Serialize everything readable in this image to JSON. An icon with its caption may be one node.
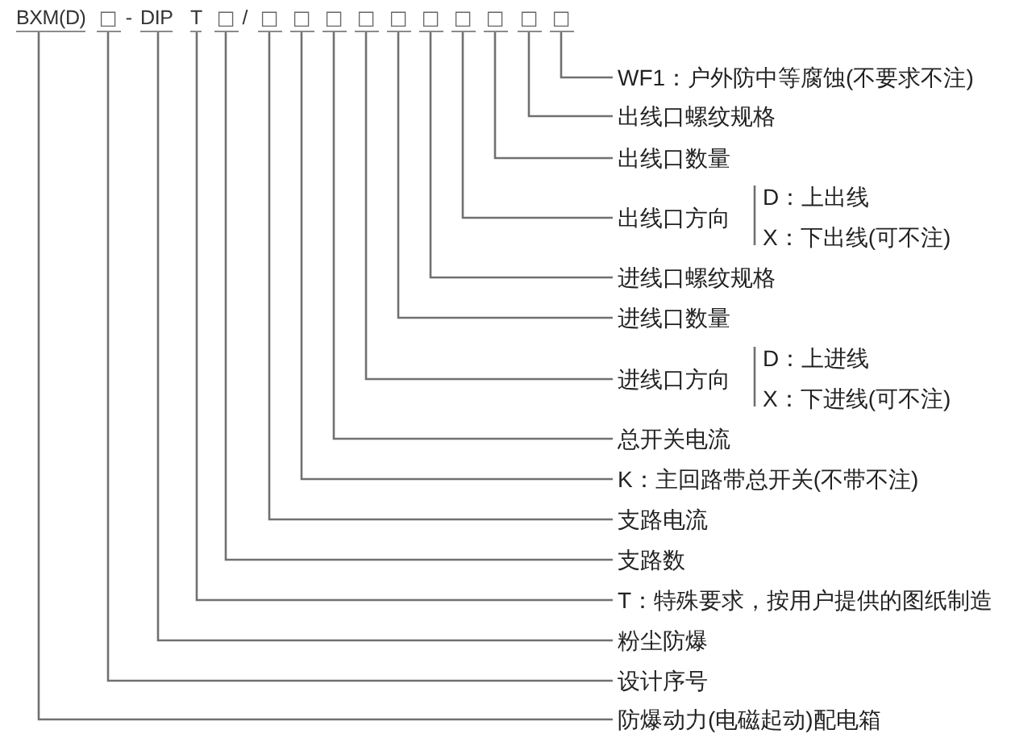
{
  "diagram": {
    "nodes": [
      {
        "text": [
          "BXM(D)"
        ]
      },
      {
        "text": [
          "□"
        ]
      },
      {
        "text": [
          "DIP"
        ]
      },
      {
        "text": [
          "T"
        ]
      },
      {
        "text": [
          "□"
        ]
      },
      {
        "text": [
          "□"
        ]
      },
      {
        "text": [
          "□"
        ]
      },
      {
        "text": [
          "□"
        ]
      },
      {
        "text": [
          "□"
        ]
      },
      {
        "text": [
          "□"
        ]
      },
      {
        "text": [
          "□"
        ]
      },
      {
        "text": [
          "□"
        ]
      },
      {
        "text": [
          "□"
        ]
      },
      {
        "text": [
          "□"
        ]
      },
      {
        "text": [
          "□"
        ]
      },
      {
        "text": [
          "WF1：户外防中等腐蚀(不要求不注)"
        ]
      },
      {
        "text": [
          "出线口螺纹规格"
        ]
      },
      {
        "text": [
          "出线口数量"
        ]
      },
      {
        "text": [
          "出线口方向"
        ],
        "beside": [
          "D：上出线",
          "X：下出线(可不注)"
        ]
      },
      {
        "text": [
          "进线口螺纹规格"
        ]
      },
      {
        "text": [
          "进线口数量"
        ]
      },
      {
        "text": [
          "进线口方向"
        ],
        "beside": [
          "D：上进线",
          "X：下进线(可不注)"
        ]
      },
      {
        "text": [
          "总开关电流"
        ]
      },
      {
        "text": [
          "K：主回路带总开关(不带不注)"
        ]
      },
      {
        "text": [
          "支路电流"
        ]
      },
      {
        "text": [
          "支路数"
        ]
      },
      {
        "text": [
          "T：特殊要求，按用户提供的图纸制造"
        ]
      },
      {
        "text": [
          "粉尘防爆"
        ]
      },
      {
        "text": [
          "设计序号"
        ]
      },
      {
        "text": [
          "防爆动力(电磁起动)配电箱"
        ]
      }
    ],
    "edges": [
      {
        "from": 0,
        "to": 29,
        "arrow": "none"
      },
      {
        "from": 1,
        "to": 28,
        "arrow": "none"
      },
      {
        "from": 2,
        "to": 27,
        "arrow": "none"
      },
      {
        "from": 3,
        "to": 26,
        "arrow": "none"
      },
      {
        "from": 4,
        "to": 25,
        "arrow": "none"
      },
      {
        "from": 5,
        "to": 24,
        "arrow": "none"
      },
      {
        "from": 6,
        "to": 23,
        "arrow": "none"
      },
      {
        "from": 7,
        "to": 22,
        "arrow": "none"
      },
      {
        "from": 8,
        "to": 21,
        "arrow": "none"
      },
      {
        "from": 9,
        "to": 20,
        "arrow": "none"
      },
      {
        "from": 10,
        "to": 19,
        "arrow": "none"
      },
      {
        "from": 11,
        "to": 18,
        "arrow": "none"
      },
      {
        "from": 12,
        "to": 17,
        "arrow": "none"
      },
      {
        "from": 13,
        "to": 16,
        "arrow": "none"
      },
      {
        "from": 14,
        "to": 15,
        "arrow": "none"
      }
    ],
    "labels": [
      "-",
      "/"
    ]
  }
}
